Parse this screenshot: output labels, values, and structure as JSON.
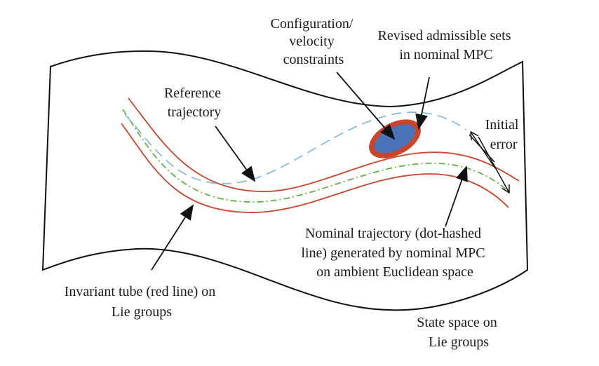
{
  "colors": {
    "frame": "#111111",
    "tube": "#c8452a",
    "reference": "#7fb2de",
    "nominal": "#5fb343",
    "constraint_fill": "#4a73b8",
    "constraint_border": "#c8452a",
    "arrow": "#111111"
  },
  "labels": {
    "configuration": [
      "Configuration/",
      "velocity",
      "constraints"
    ],
    "revised": [
      "Revised admissible sets",
      "in nominal MPC"
    ],
    "reference": [
      "Reference",
      "trajectory"
    ],
    "initial_error": [
      "Initial",
      "error"
    ],
    "nominal": [
      "Nominal trajectory (dot-hashed",
      "line) generated by nominal MPC",
      "on ambient Euclidean space"
    ],
    "invariant": [
      "Invariant tube (red line) on",
      "Lie groups"
    ],
    "state_space": [
      "State space on",
      "Lie groups"
    ]
  }
}
